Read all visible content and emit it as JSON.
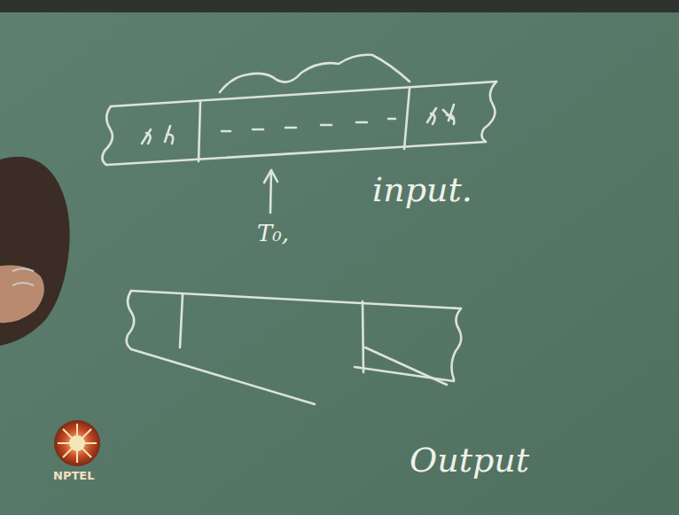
{
  "diagram": {
    "labels": [
      "input.",
      "T₀,",
      "Output",
      "NPTEL"
    ]
  }
}
